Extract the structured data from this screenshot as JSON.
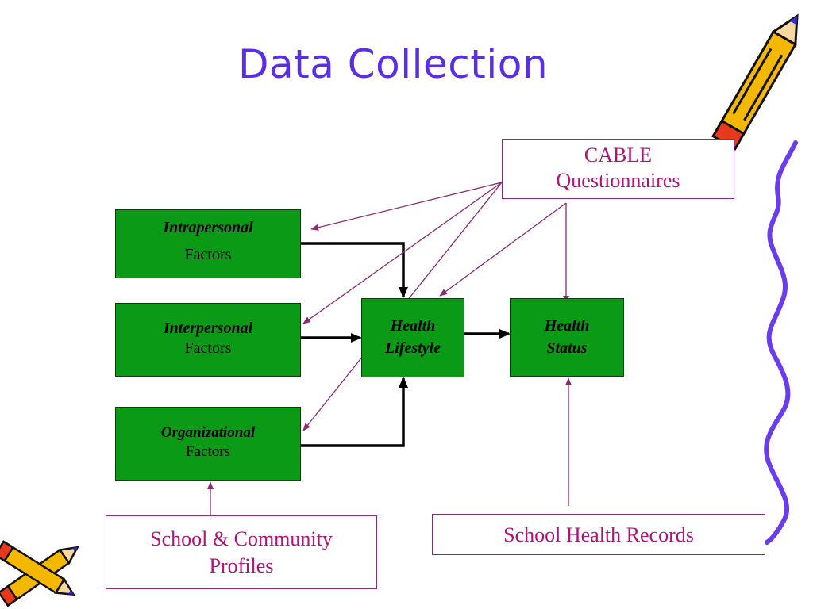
{
  "title": "Data Collection",
  "boxes": {
    "intrapersonal": {
      "bold": "Intrapersonal",
      "regular": "Factors"
    },
    "interpersonal": {
      "bold": "Interpersonal",
      "regular": "Factors"
    },
    "organizational": {
      "bold": "Organizational",
      "regular": "Factors"
    },
    "health_lifestyle": {
      "line1": "Health",
      "line2": "Lifestyle"
    },
    "health_status": {
      "line1": "Health",
      "line2": "Status"
    }
  },
  "sources": {
    "cable": {
      "line1": "CABLE",
      "line2": "Questionnaires"
    },
    "school_community": {
      "line1": "School & Community",
      "line2": "Profiles"
    },
    "school_health": {
      "text": "School Health Records"
    }
  },
  "colors": {
    "title": "#5a2ee6",
    "box_fill": "#0a9a16",
    "source_text": "#b0127a",
    "arrow_thin": "#8c2a74",
    "arrow_thick": "#000000",
    "squiggle": "#6a3cf0"
  },
  "icons": [
    "pencil-icon",
    "pencils-icon"
  ]
}
